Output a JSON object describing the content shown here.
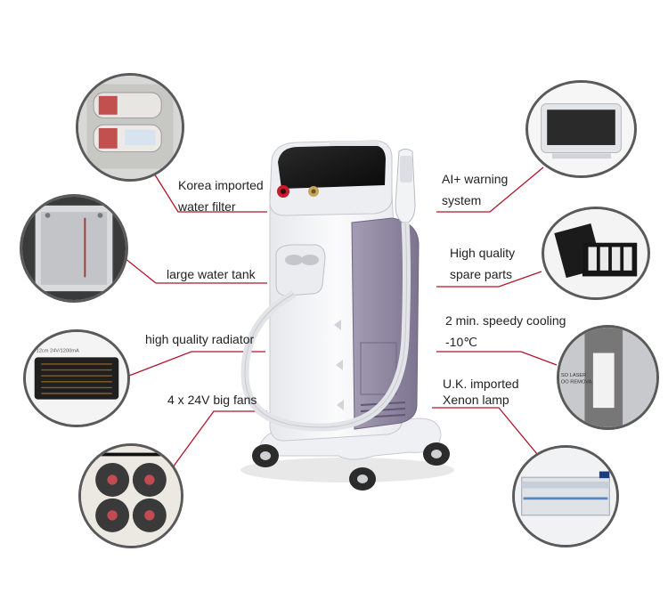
{
  "features": [
    {
      "id": "water-filter",
      "lines": [
        "Korea imported",
        "water filter"
      ]
    },
    {
      "id": "water-tank",
      "lines": [
        "large water tank"
      ]
    },
    {
      "id": "radiator",
      "lines": [
        "high quality radiator"
      ]
    },
    {
      "id": "fans",
      "lines": [
        "4 x 24V big fans"
      ]
    },
    {
      "id": "warning-system",
      "lines": [
        "AI+ warning",
        "system"
      ]
    },
    {
      "id": "spare-parts",
      "lines": [
        "High quality",
        "spare parts"
      ]
    },
    {
      "id": "cooling",
      "lines": [
        "2 min. speedy cooling",
        "-10℃"
      ]
    },
    {
      "id": "lamp",
      "lines": [
        "U.K. imported",
        "Xenon lamp"
      ]
    }
  ],
  "inset_text": {
    "radiator_caption": "12cm 24V/1200mA",
    "lamp_text": "SO LASER\nOO REMOVA"
  },
  "colors": {
    "machine_body": "#f4f5f7",
    "side_panel": "#8d86a0",
    "screen": "#151515",
    "leader_line": "#b0162a",
    "circle_border": "#5a5a5a"
  }
}
